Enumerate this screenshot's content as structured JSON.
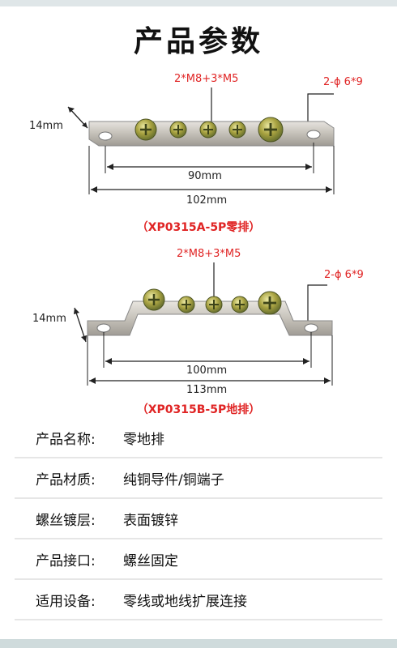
{
  "title": "产品参数",
  "figure_a": {
    "screw_spec": "2*M8+3*M5",
    "hole_spec": "2-ϕ 6*9",
    "height": "14mm",
    "hole_distance": "90mm",
    "total_length": "102mm",
    "caption": "（XP0315A-5P零排）"
  },
  "figure_b": {
    "screw_spec": "2*M8+3*M5",
    "hole_spec": "2-ϕ 6*9",
    "height": "14mm",
    "hole_distance": "100mm",
    "total_length": "113mm",
    "caption": "（XP0315B-5P地排）"
  },
  "specs": [
    {
      "key": "产品名称:",
      "value": "零地排"
    },
    {
      "key": "产品材质:",
      "value": "纯铜导件/铜端子"
    },
    {
      "key": "螺丝镀层:",
      "value": "表面镀锌"
    },
    {
      "key": "产品接口:",
      "value": "螺丝固定"
    },
    {
      "key": "适用设备:",
      "value": "零线或地线扩展连接"
    }
  ],
  "colors": {
    "accent_red": "#e02424",
    "bar_metal": "#c9c6c0",
    "screw_zinc": "#b7b34a"
  }
}
